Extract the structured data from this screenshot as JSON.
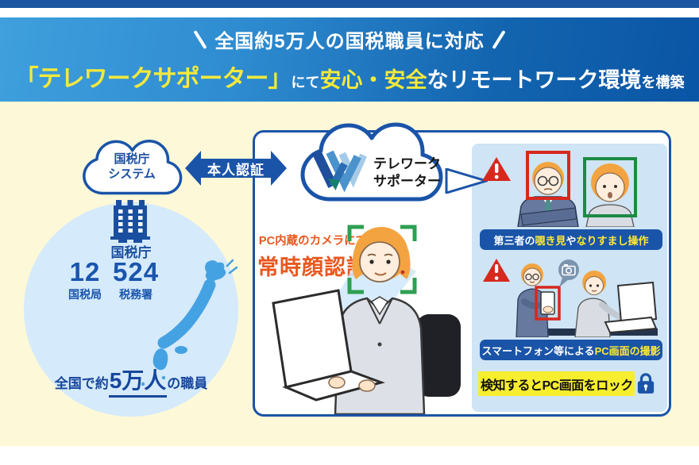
{
  "colors": {
    "navy_strip": "#1d56a0",
    "banner_gradient_start": "#3fa0dd",
    "banner_gradient_end": "#0a55a5",
    "banner_yellow": "#f5e93c",
    "accent_blue": "#1a54a8",
    "cream_bg": "#fdf8d8",
    "circle_blue": "#d5eafb",
    "panel_blue": "#cfe4f4",
    "map_blue": "#45a2e2",
    "alert_red": "#d7281d",
    "face_frame_green": "#2ea052",
    "ok_frame_green": "#1d8a45",
    "orange": "#e8581f",
    "highlight_yellow": "#f7ee2f",
    "logo_navy": "#1f4e9c"
  },
  "banner": {
    "tagline": "全国約5万人の国税職員に対応",
    "headline_quote": "「テレワークサポーター」",
    "headline_nite": "にて",
    "headline_anshin": "安心・安全",
    "headline_remote": "なリモートワーク環境",
    "headline_kouchiku": "を構築"
  },
  "nta_cloud": {
    "line1": "国税庁",
    "line2": "システム"
  },
  "auth_arrow": {
    "label": "本人認証"
  },
  "organization": {
    "building_label": "国税庁",
    "stats": [
      {
        "value": "12",
        "label": "国税局"
      },
      {
        "value": "524",
        "label": "税務署"
      }
    ],
    "total_prefix": "全国で約",
    "total_value": "5万人",
    "total_suffix": "の職員"
  },
  "supporter": {
    "name_line1": "テレワーク",
    "name_line2": "サポーター",
    "callout_line1": "PC内蔵のカメラにて",
    "callout_line2": "常時顔認証"
  },
  "threats": {
    "label1_part1": "第三者の",
    "label1_part2": "覗き見",
    "label1_part3": "や",
    "label1_part4": "なりすまし操作",
    "label2_part1": "スマートフォン等による",
    "label2_part2": "PC画面の撮影",
    "lock_text": "検知するとPC画面をロック"
  },
  "icons": {
    "clouds": "cloud-icon",
    "building": "government-building-icon",
    "map": "japan-map-icon",
    "warning": "warning-triangle-icon",
    "camera": "camera-icon",
    "smartphone": "smartphone-icon",
    "lock": "lock-icon",
    "logo": "telework-supporter-w-logo"
  }
}
